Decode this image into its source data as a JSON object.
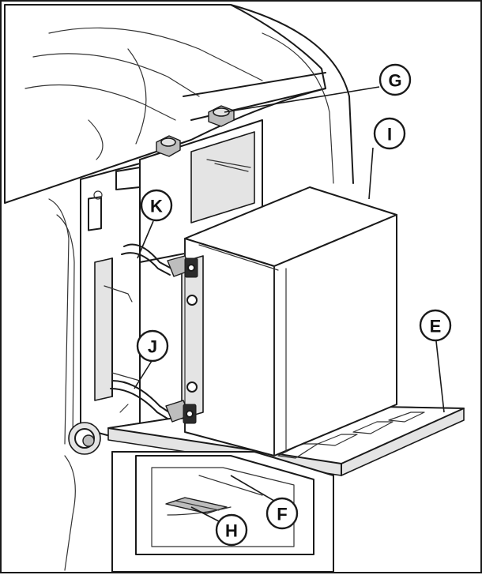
{
  "callouts": {
    "G": "G",
    "I": "I",
    "K": "K",
    "E": "E",
    "J": "J",
    "F": "F",
    "H": "H"
  },
  "colors": {
    "line": "#1a1a1a",
    "panel_fill": "#e4e4e4",
    "background": "#ffffff"
  }
}
